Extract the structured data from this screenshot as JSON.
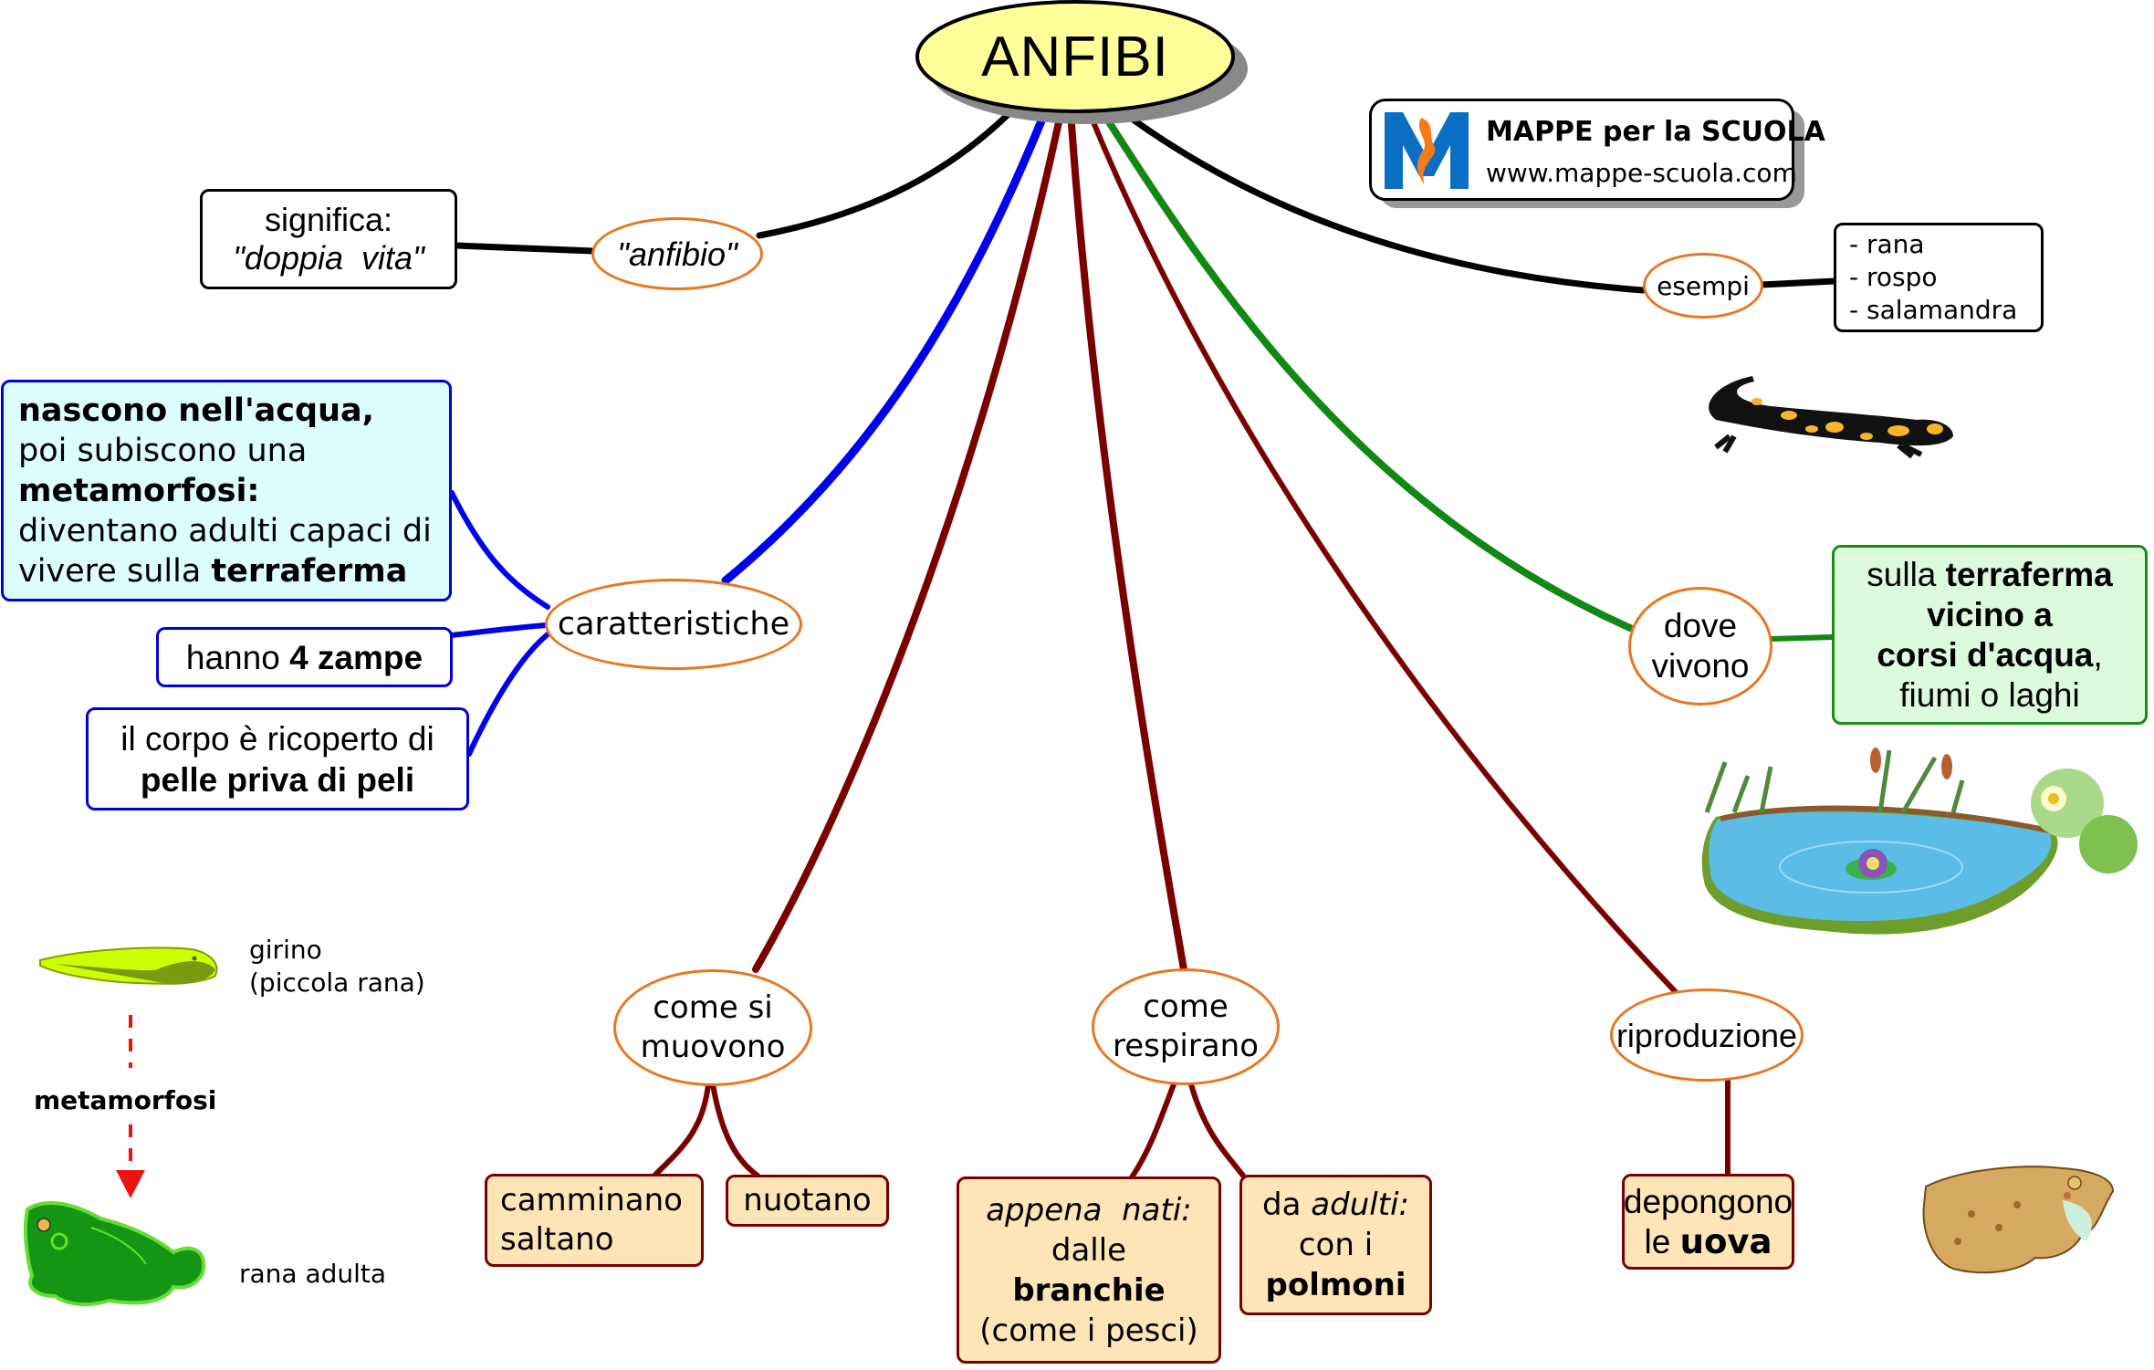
{
  "title": "ANFIBI",
  "colors": {
    "title_fill": "#ffff99",
    "node_border": "#e87722",
    "link_black": "#000000",
    "link_blue": "#0000ee",
    "link_brown": "#7a0000",
    "link_green": "#118811",
    "box_brown_fill": "#fee5b8",
    "box_green_fill": "#dcfadc",
    "box_cyan_fill": "#ddfcfc",
    "arrow_red": "#ee1111"
  },
  "logo": {
    "name": "MAPPE per la SCUOLA",
    "url": "www.mappe-scuola.com"
  },
  "anfibio": {
    "node": "\"anfibio\"",
    "meaning_line1": "significa:",
    "meaning_line2": "\"doppia  vita\""
  },
  "esempi": {
    "node": "esempi",
    "items": [
      "- rana",
      "- rospo",
      "- salamandra"
    ]
  },
  "caratteristiche": {
    "node": "caratteristiche",
    "box1": {
      "l1": "nascono nell'acqua,",
      "l2": "poi subiscono una",
      "l3": "metamorfosi:",
      "l4": "diventano adulti capaci di",
      "l5_plain": "vivere sulla ",
      "l5_bold": "terraferma"
    },
    "box2": {
      "plain": "hanno ",
      "bold": "4 zampe"
    },
    "box3": {
      "l1": "il corpo è ricoperto di",
      "l2": "pelle priva di peli"
    }
  },
  "dove_vivono": {
    "node_l1": "dove",
    "node_l2": "vivono",
    "box": {
      "l1_plain": "sulla ",
      "l1_bold": "terraferma",
      "l2": "vicino a",
      "l3_bold": "corsi d'acqua",
      "l3_plain": ",",
      "l4": "fiumi o laghi"
    }
  },
  "come_si_muovono": {
    "node_l1": "come si",
    "node_l2": "muovono",
    "box1_l1": "camminano",
    "box1_l2": "saltano",
    "box2": "nuotano"
  },
  "come_respirano": {
    "node_l1": "come",
    "node_l2": "respirano",
    "box1": {
      "l1": "appena  nati:",
      "l2": "dalle",
      "l3": "branchie",
      "l4": "(come i pesci)"
    },
    "box2": {
      "l1_plain": "da ",
      "l1_italic": "adulti:",
      "l2": "con i",
      "l3": "polmoni"
    }
  },
  "riproduzione": {
    "node": "riproduzione",
    "box_l1": "depongono",
    "box_l2_plain": "le ",
    "box_l2_bold": "uova"
  },
  "metamorfosi_panel": {
    "girino_l1": "girino",
    "girino_l2": "(piccola rana)",
    "label": "metamorfosi",
    "adult": "rana adulta"
  },
  "images": [
    "salamander-illustration",
    "pond-illustration",
    "tadpole-illustration",
    "green-frog-illustration",
    "toad-illustration"
  ]
}
